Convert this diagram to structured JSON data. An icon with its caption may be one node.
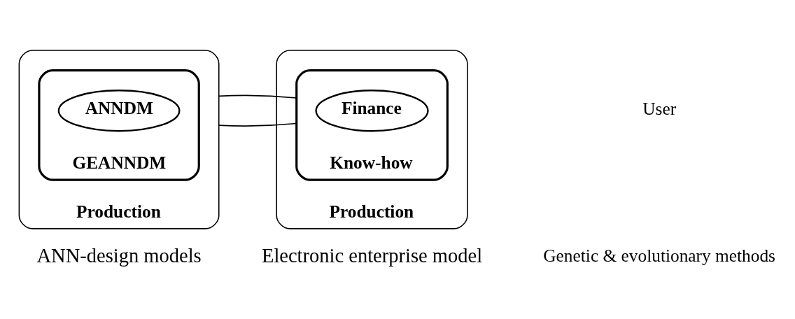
{
  "diagram": {
    "nodes": [
      {
        "text": [
          "Production"
        ],
        "beside": [
          "ANN-design models"
        ]
      },
      {
        "text": [
          "GEANNDM"
        ],
        "in": 0
      },
      {
        "text": [
          "ANNDM"
        ],
        "in": 1
      },
      {
        "text": [
          "Production"
        ],
        "beside": [
          "Electronic enterprise model"
        ]
      },
      {
        "text": [
          "Know-how"
        ],
        "in": 3
      },
      {
        "text": [
          "Finance"
        ],
        "in": 4
      }
    ],
    "edges": [
      {
        "from": 0,
        "to": 4,
        "arrow": "none"
      },
      {
        "from": 0,
        "to": 4,
        "arrow": "none"
      }
    ],
    "labels": [
      "User",
      "Genetic & evolutionary methods"
    ]
  }
}
